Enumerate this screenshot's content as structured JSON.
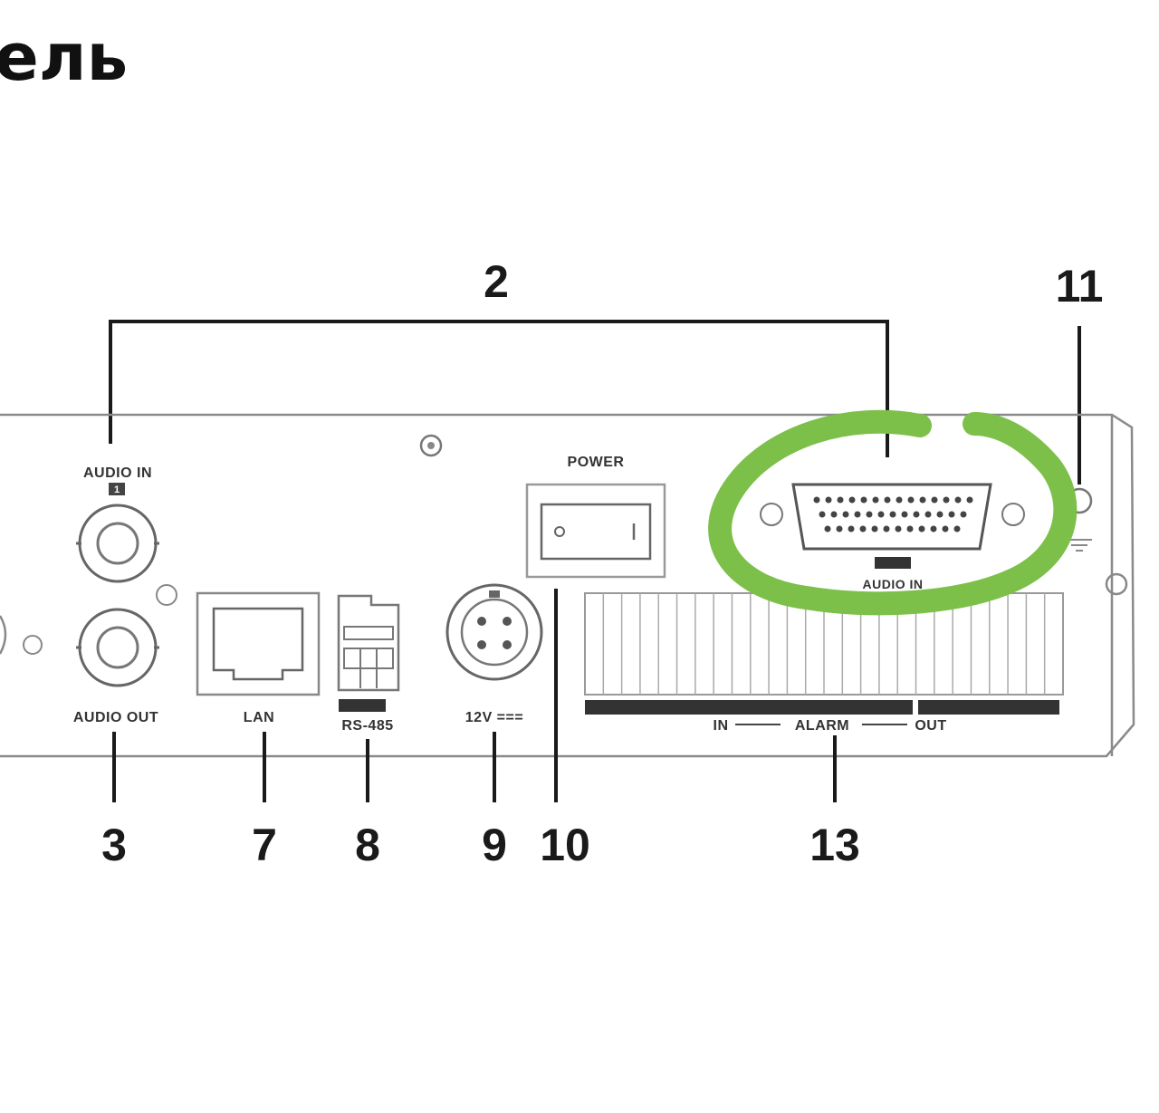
{
  "heading": "ель",
  "callouts": {
    "c2": "2",
    "c3": "3",
    "c7": "7",
    "c8": "8",
    "c9": "9",
    "c10": "10",
    "c11": "11",
    "c13": "13"
  },
  "panel_labels": {
    "audio_in_left": "AUDIO IN",
    "audio_in_left_num": "1",
    "audio_out": "AUDIO OUT",
    "lan": "LAN",
    "rs485": "RS-485",
    "power_12v": "12V ===",
    "power": "POWER",
    "audio_in_db": "AUDIO IN",
    "alarm_in": "IN",
    "alarm": "ALARM",
    "alarm_out": "OUT"
  },
  "highlight": {
    "color": "#7cc04a",
    "target": "AUDIO IN"
  }
}
